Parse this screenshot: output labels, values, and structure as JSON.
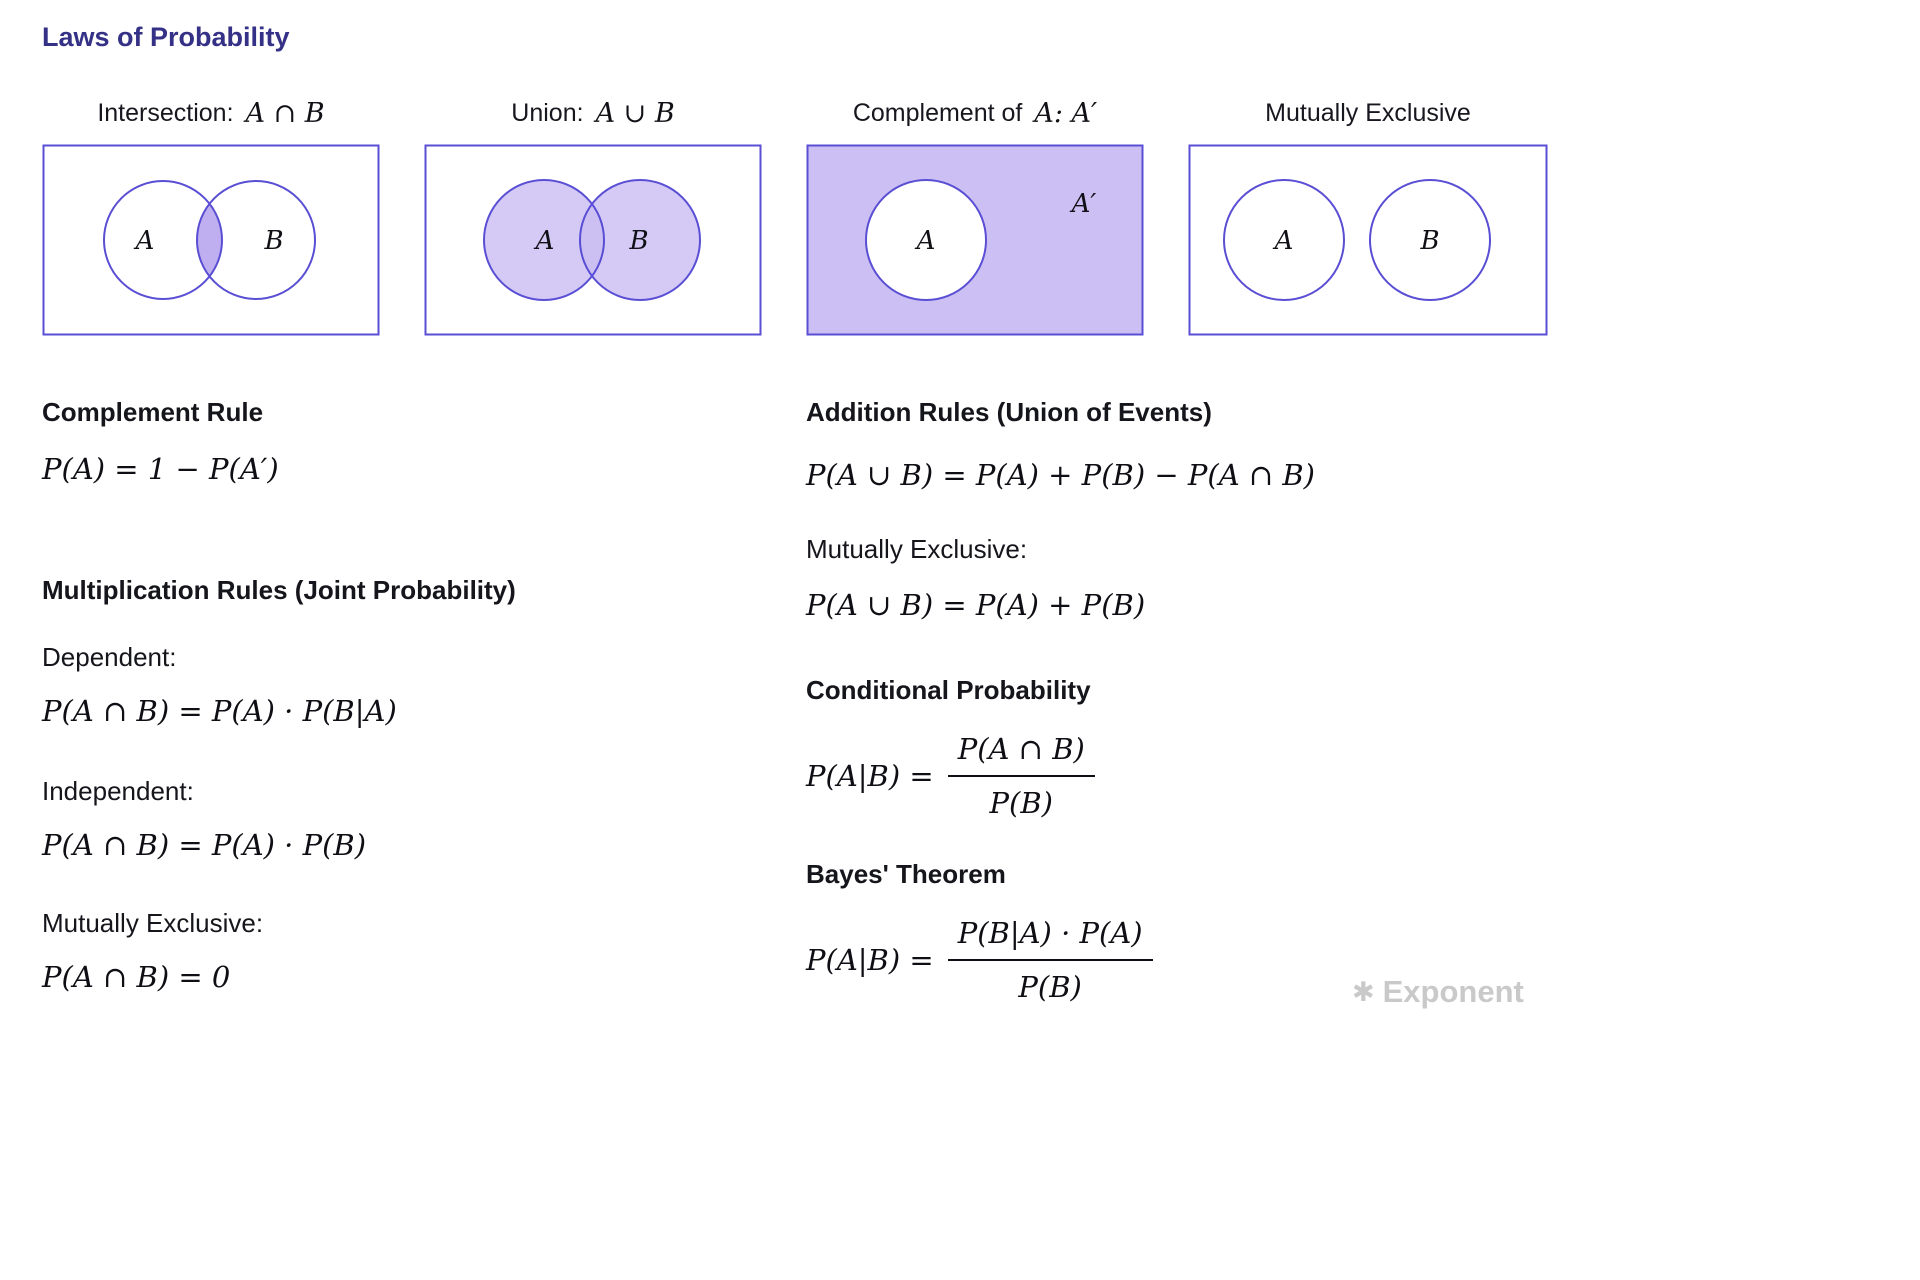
{
  "page": {
    "title": "Laws of Probability"
  },
  "diagrams": {
    "intersection": {
      "title_text": "Intersection:",
      "title_math": "A ∩ B",
      "label_a": "A",
      "label_b": "B"
    },
    "union": {
      "title_text": "Union:",
      "title_math": "A ∪ B",
      "label_a": "A",
      "label_b": "B"
    },
    "complement": {
      "title_text": "Complement of",
      "title_math": "A:  A′",
      "label_a": "A",
      "label_complement": "A′"
    },
    "mutually_exclusive": {
      "title_text": "Mutually Exclusive",
      "label_a": "A",
      "label_b": "B"
    }
  },
  "sections": {
    "complement_rule": {
      "heading": "Complement Rule",
      "formula": "P(A) = 1 − P(A′)"
    },
    "multiplication_rules": {
      "heading": "Multiplication Rules  (Joint Probability)",
      "dependent_label": "Dependent:",
      "dependent_formula": "P(A ∩ B) = P(A) · P(B|A)",
      "independent_label": "Independent:",
      "independent_formula": "P(A ∩ B) = P(A) · P(B)",
      "mutually_exclusive_label": "Mutually Exclusive:",
      "mutually_exclusive_formula": "P(A ∩ B) = 0"
    },
    "addition_rules": {
      "heading": "Addition Rules (Union of Events)",
      "formula": "P(A ∪ B) = P(A) + P(B) − P(A ∩ B)",
      "mutually_exclusive_label": "Mutually Exclusive:",
      "mutually_exclusive_formula": "P(A ∪ B) = P(A) + P(B)"
    },
    "conditional_probability": {
      "heading": "Conditional Probability",
      "lhs": "P(A|B) =",
      "numerator": "P(A ∩ B)",
      "denominator": "P(B)"
    },
    "bayes_theorem": {
      "heading": "Bayes' Theorem",
      "lhs": "P(A|B) =",
      "numerator": "P(B|A) · P(A)",
      "denominator": "P(B)"
    }
  },
  "watermark": {
    "icon": "✱",
    "text": "Exponent"
  },
  "colors": {
    "accent": "#5a4fd4",
    "venn_fill": "#c9bdf2",
    "title": "#343186",
    "watermark": "#c9c9c9"
  }
}
